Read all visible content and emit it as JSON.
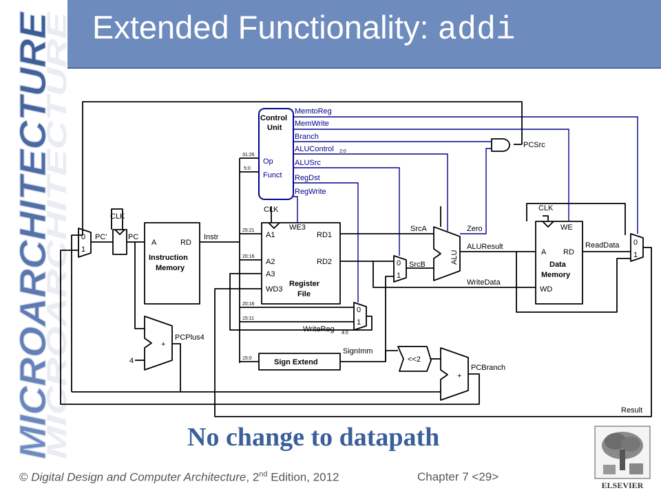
{
  "slide": {
    "title_text": "Extended Functionality: ",
    "title_code": "addi",
    "side_banner": "MICROARCHITECTURE",
    "note": "No change to datapath",
    "footer_copyright": "© ",
    "footer_book": "Digital Design and Computer Architecture",
    "footer_edition_num": ", 2",
    "footer_edition_sup": "nd",
    "footer_edition_rest": " Edition, 2012",
    "chapter": "Chapter 7 ",
    "page": "<29>",
    "publisher": "ELSEVIER"
  },
  "colors": {
    "title_bg": "#6e8bbd",
    "control": "#00008b",
    "note": "#3a5f9a"
  },
  "diagram": {
    "control_unit": {
      "line1": "Control",
      "line2": "Unit",
      "op": "Op",
      "funct": "Funct"
    },
    "control_signals": [
      "MemtoReg",
      "MemWrite",
      "Branch",
      "ALUControl",
      "ALUSrc",
      "RegDst",
      "RegWrite"
    ],
    "alucontrol_sub": "2:0",
    "pcsrc": "PCSrc",
    "clk": "CLK",
    "pc_prime": "PC'",
    "pc": "PC",
    "instr": "Instr",
    "imem": {
      "a": "A",
      "rd": "RD",
      "name1": "Instruction",
      "name2": "Memory"
    },
    "regfile": {
      "a1": "A1",
      "a2": "A2",
      "a3": "A3",
      "wd3": "WD3",
      "we3": "WE3",
      "rd1": "RD1",
      "rd2": "RD2",
      "name1": "Register",
      "name2": "File"
    },
    "bit_fields": [
      "31:26",
      "5:0",
      "25:21",
      "20:16",
      "20:16",
      "15:11",
      "15:0"
    ],
    "srca": "SrcA",
    "srcb": "SrcB",
    "alu": "ALU",
    "zero": "Zero",
    "aluresult": "ALUResult",
    "writedata": "WriteData",
    "dmem": {
      "a": "A",
      "rd": "RD",
      "we": "WE",
      "wd": "WD",
      "name1": "Data",
      "name2": "Memory"
    },
    "readdata": "ReadData",
    "writereg": "WriteReg",
    "writereg_sub": "4:0",
    "signimm": "SignImm",
    "sign_extend": "Sign Extend",
    "shift": "<<2",
    "pcplus4": "PCPlus4",
    "four": "4",
    "plus": "+",
    "pcbranch": "PCBranch",
    "result": "Result",
    "mux0": "0",
    "mux1": "1"
  }
}
